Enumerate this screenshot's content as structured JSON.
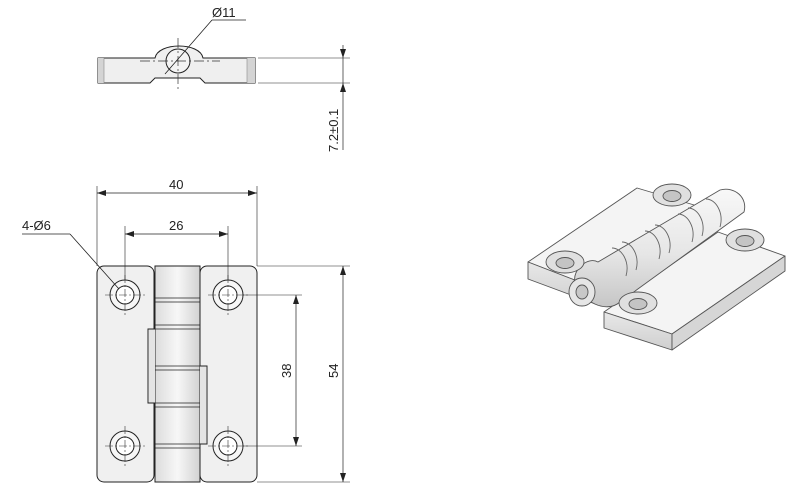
{
  "dimensions": {
    "pin_diameter": "Ø11",
    "thickness": "7.2±0.1",
    "overall_width": "40",
    "hole_spacing_horizontal": "26",
    "holes": "4-Ø6",
    "hole_spacing_vertical": "38",
    "overall_height": "54"
  },
  "colors": {
    "line": "#222222",
    "part_fill": "#f0f0f0",
    "part_shade": "#d8d8d8",
    "iso_top": "#f4f4f4",
    "iso_side": "#e2e2e2",
    "iso_dark": "#c9c9c9"
  }
}
